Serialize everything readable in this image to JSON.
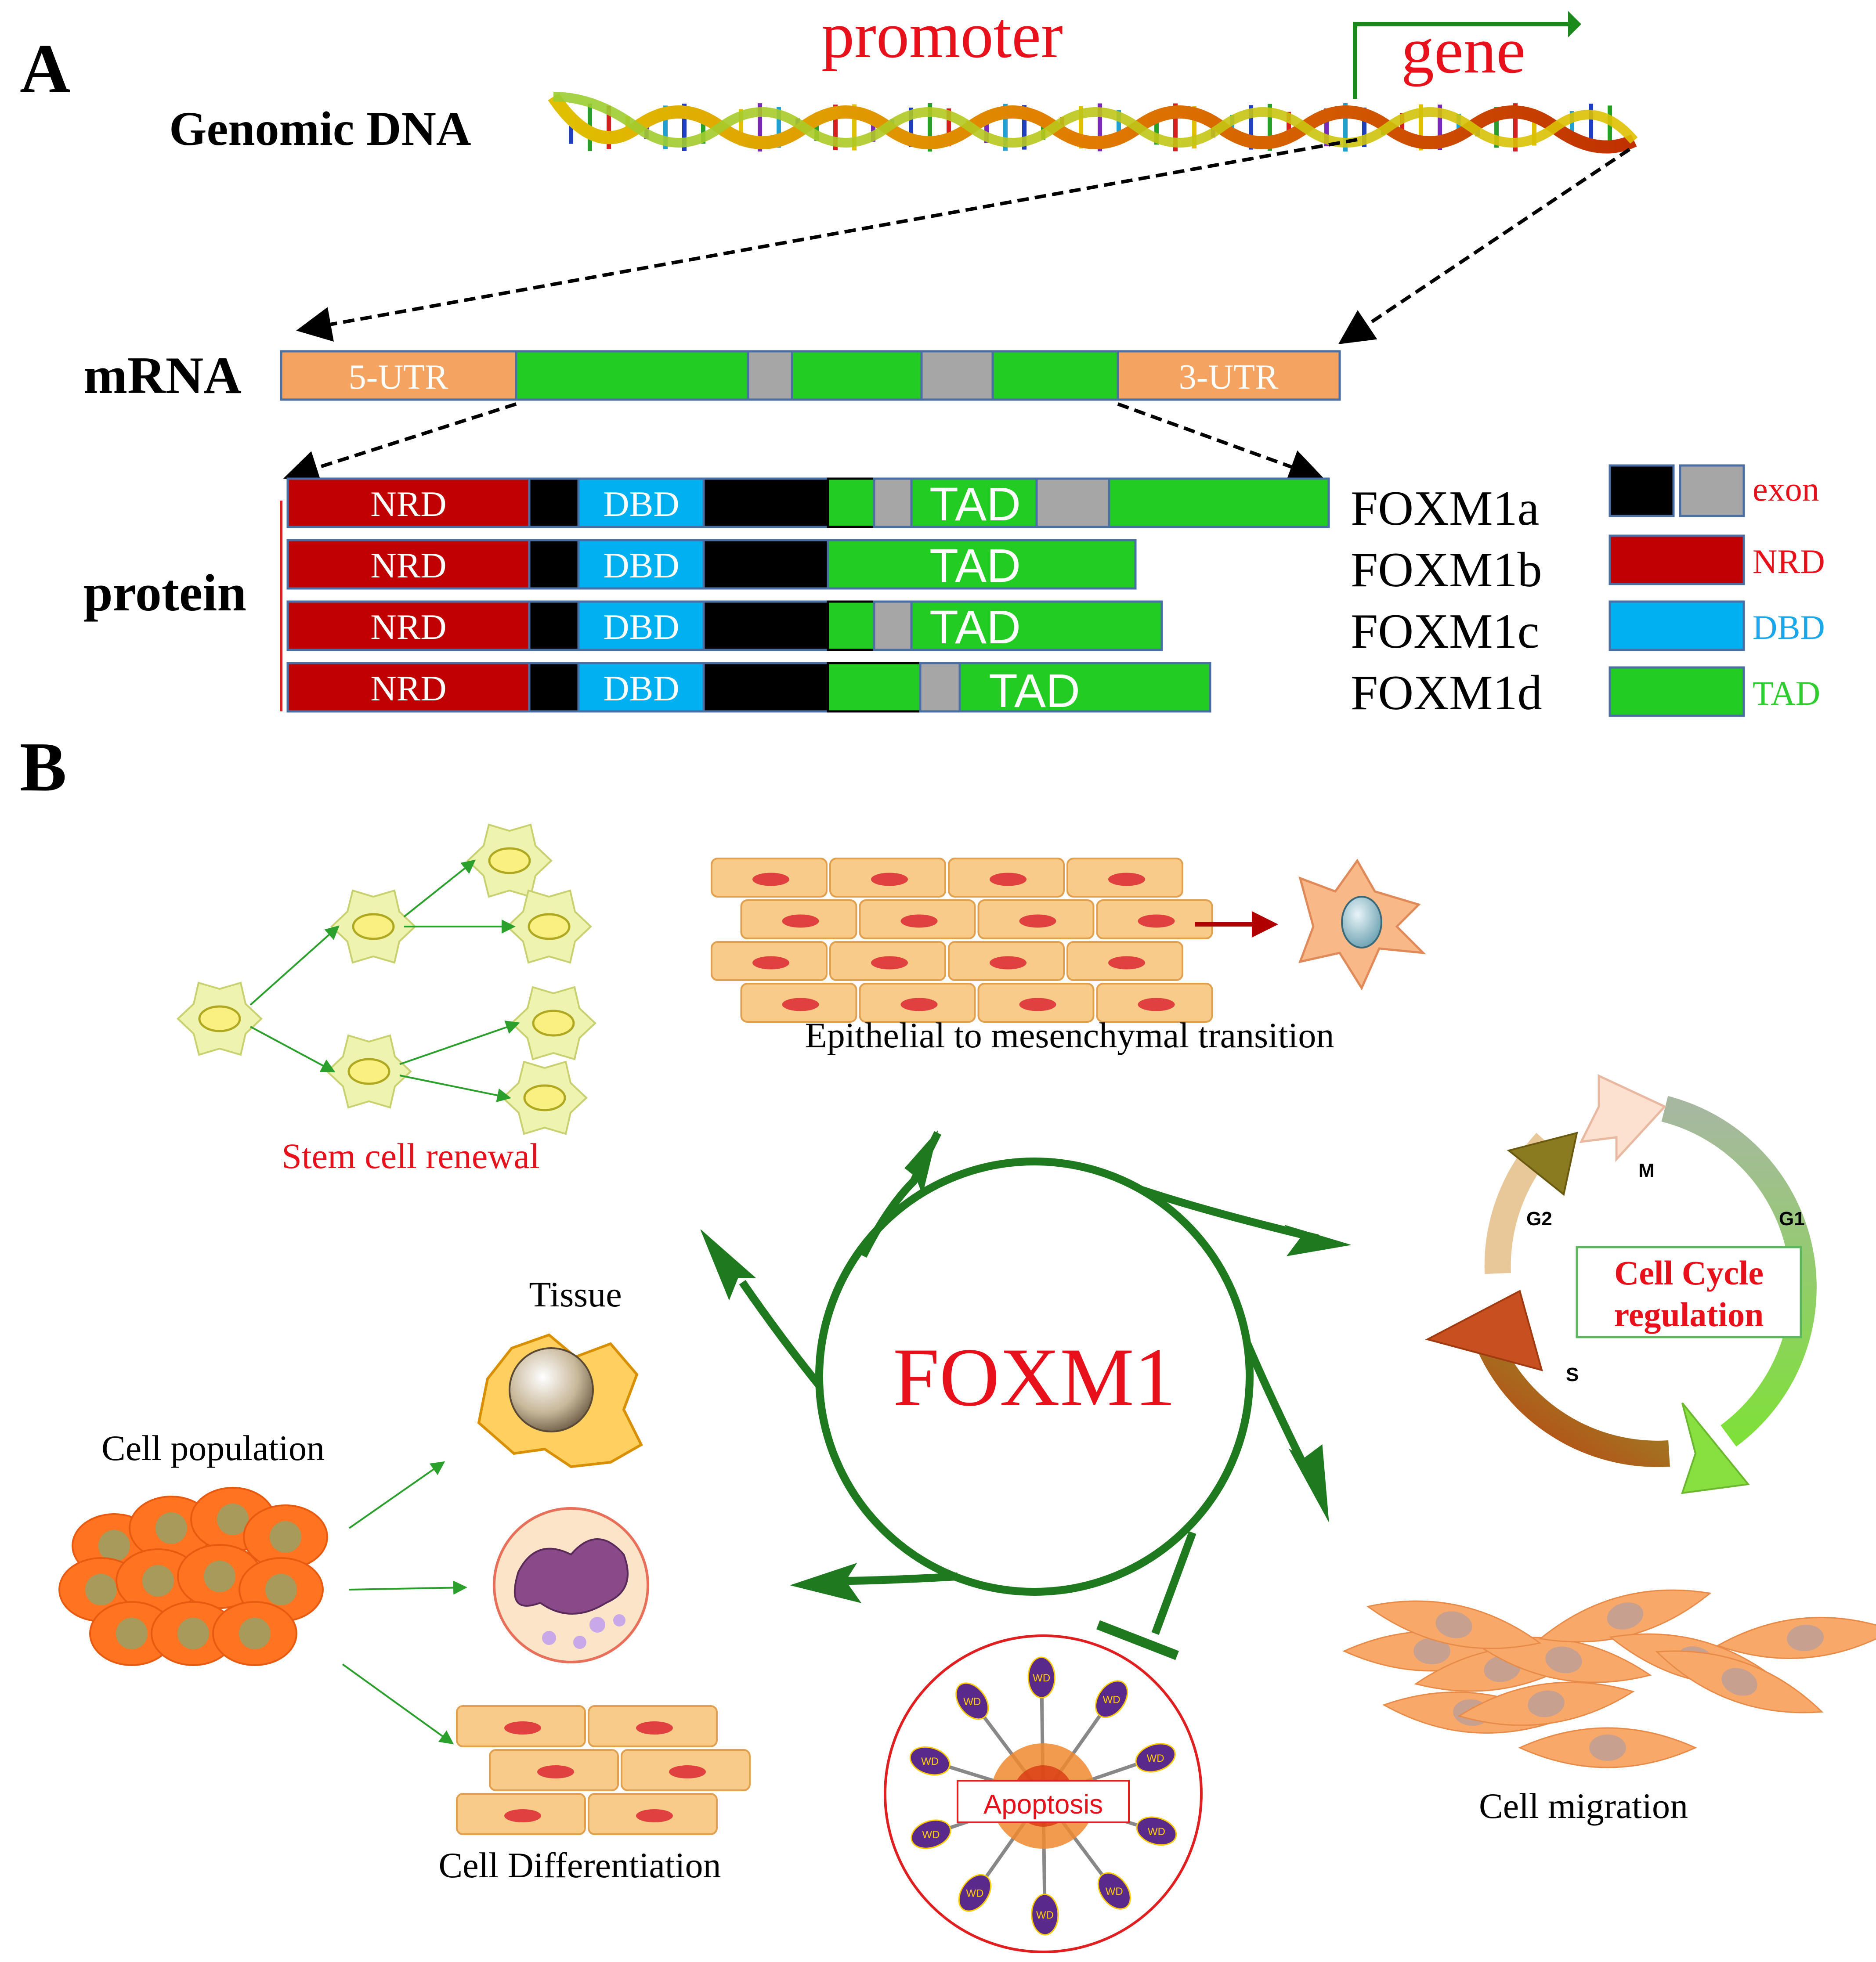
{
  "panels": {
    "a": "A",
    "b": "B"
  },
  "genome": {
    "label": "Genomic DNA",
    "promoter": "promoter",
    "gene": "gene"
  },
  "mrna": {
    "label": "mRNA",
    "utr5": "5-UTR",
    "utr3": "3-UTR"
  },
  "protein": {
    "label": "protein",
    "domains": {
      "nrd": "NRD",
      "dbd": "DBD",
      "tad": "TAD"
    },
    "isoforms": [
      "FOXM1a",
      "FOXM1b",
      "FOXM1c",
      "FOXM1d"
    ]
  },
  "legend": {
    "exon": "exon",
    "nrd": "NRD",
    "dbd": "DBD",
    "tad": "TAD"
  },
  "colors": {
    "nrd": "#c00000",
    "dbd": "#00b0f0",
    "tad": "#22cc22",
    "exon_black": "#000000",
    "exon_grey": "#a6a6a6",
    "utr": "#f4a460",
    "arrow_green": "#1f7a1f",
    "text_red": "#e8101a",
    "text_blue": "#1aa7ec",
    "text_green": "#2ecc2e"
  },
  "center": {
    "label": "FOXM1"
  },
  "functions": {
    "stem": "Stem cell renewal",
    "emt": "Epithelial to mesenchymal transition",
    "cycle_title": "Cell Cycle",
    "cycle_sub": "regulation",
    "phases": {
      "m": "M",
      "g1": "G1",
      "g2": "G2",
      "s": "S"
    },
    "tissue": "Tissue",
    "population": "Cell population",
    "differentiation": "Cell Differentiation",
    "apoptosis": "Apoptosis",
    "wd": "WD",
    "migration": "Cell migration"
  }
}
